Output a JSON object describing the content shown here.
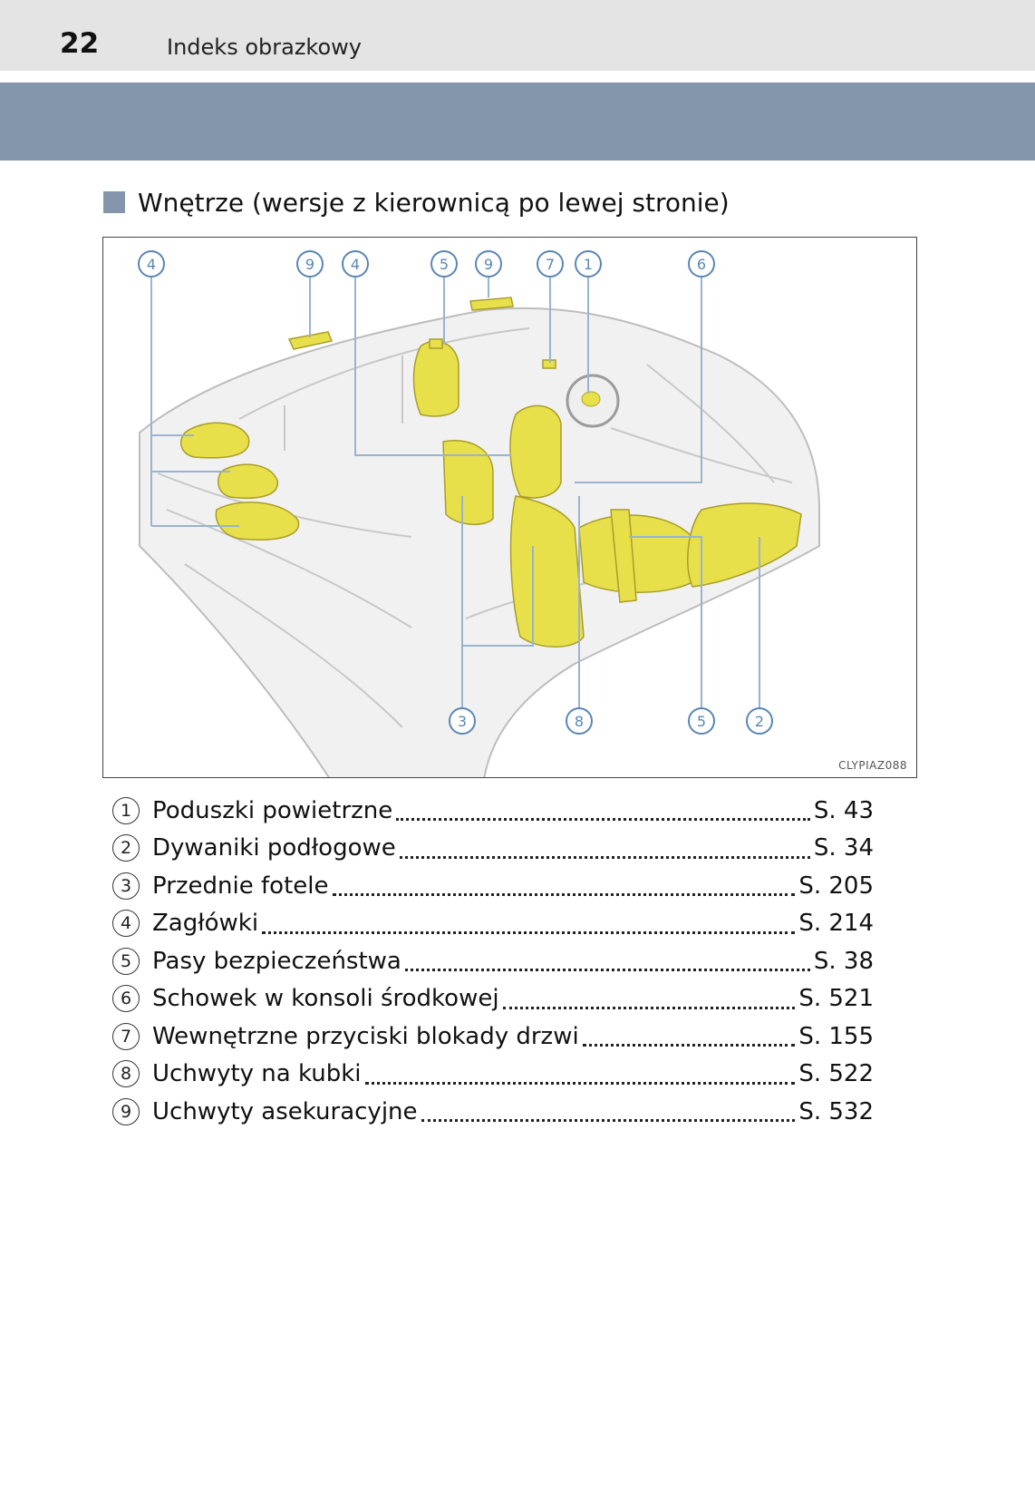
{
  "header": {
    "page_number": "22",
    "section": "Indeks obrazkowy"
  },
  "heading": "Wnętrze (wersje z kierownicą po lewej stronie)",
  "figure": {
    "code": "CLYPIAZ088",
    "highlight_color": "#e8e04a",
    "callouts_top": [
      "4",
      "9",
      "4",
      "5",
      "9",
      "7",
      "1",
      "6"
    ],
    "callouts_bottom": [
      "3",
      "8",
      "5",
      "2"
    ]
  },
  "legend": [
    {
      "num": "1",
      "label": "Poduszki powietrzne",
      "page": "S. 43"
    },
    {
      "num": "2",
      "label": "Dywaniki podłogowe",
      "page": "S. 34"
    },
    {
      "num": "3",
      "label": "Przednie fotele",
      "page": "S. 205"
    },
    {
      "num": "4",
      "label": "Zagłówki",
      "page": "S. 214"
    },
    {
      "num": "5",
      "label": "Pasy bezpieczeństwa",
      "page": "S. 38"
    },
    {
      "num": "6",
      "label": "Schowek w konsoli środkowej",
      "page": "S. 521"
    },
    {
      "num": "7",
      "label": "Wewnętrzne przyciski blokady drzwi",
      "page": "S. 155"
    },
    {
      "num": "8",
      "label": "Uchwyty na kubki",
      "page": "S. 522"
    },
    {
      "num": "9",
      "label": "Uchwyty asekuracyjne",
      "page": "S. 532"
    }
  ]
}
